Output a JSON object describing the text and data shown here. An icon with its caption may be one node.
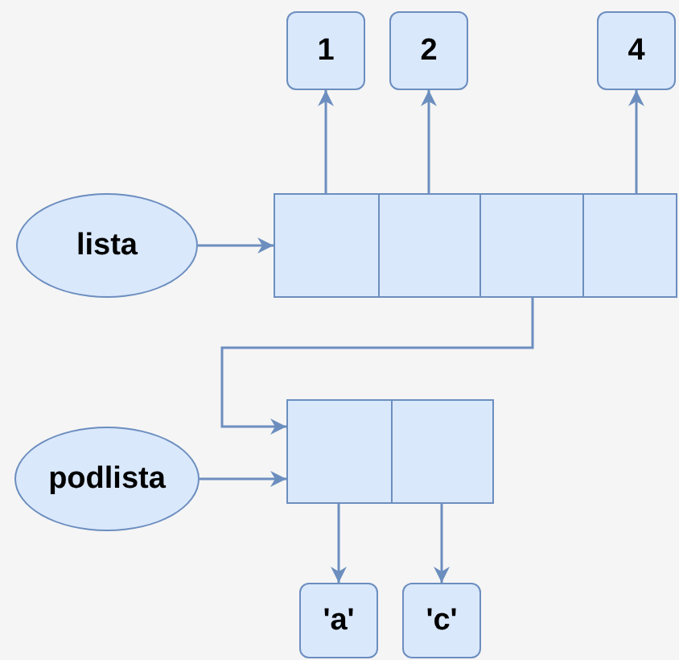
{
  "diagram": {
    "nodes": [
      {
        "text": [
          "1"
        ]
      },
      {
        "text": [
          "2"
        ]
      },
      {
        "text": [
          "4"
        ]
      },
      {
        "text": [
          "lista"
        ]
      },
      {
        "text": [],
        "shape": "box"
      },
      {
        "text": [],
        "shape": "box"
      },
      {
        "text": [],
        "shape": "box"
      },
      {
        "text": [],
        "shape": "box"
      },
      {
        "text": [
          "podlista"
        ]
      },
      {
        "text": [],
        "shape": "box"
      },
      {
        "text": [],
        "shape": "box"
      },
      {
        "text": [
          "'a'"
        ]
      },
      {
        "text": [
          "'c'"
        ]
      }
    ],
    "edges": [
      {
        "from": 4,
        "to": 0,
        "arrow": "to"
      },
      {
        "from": 5,
        "to": 1,
        "arrow": "to"
      },
      {
        "from": 7,
        "to": 2,
        "arrow": "to"
      },
      {
        "from": 3,
        "to": 4,
        "arrow": "to"
      },
      {
        "from": 6,
        "to": 9,
        "arrow": "to"
      },
      {
        "from": 8,
        "to": 9,
        "arrow": "to"
      },
      {
        "from": 9,
        "to": 11,
        "arrow": "to"
      },
      {
        "from": 10,
        "to": 12,
        "arrow": "to"
      }
    ]
  }
}
